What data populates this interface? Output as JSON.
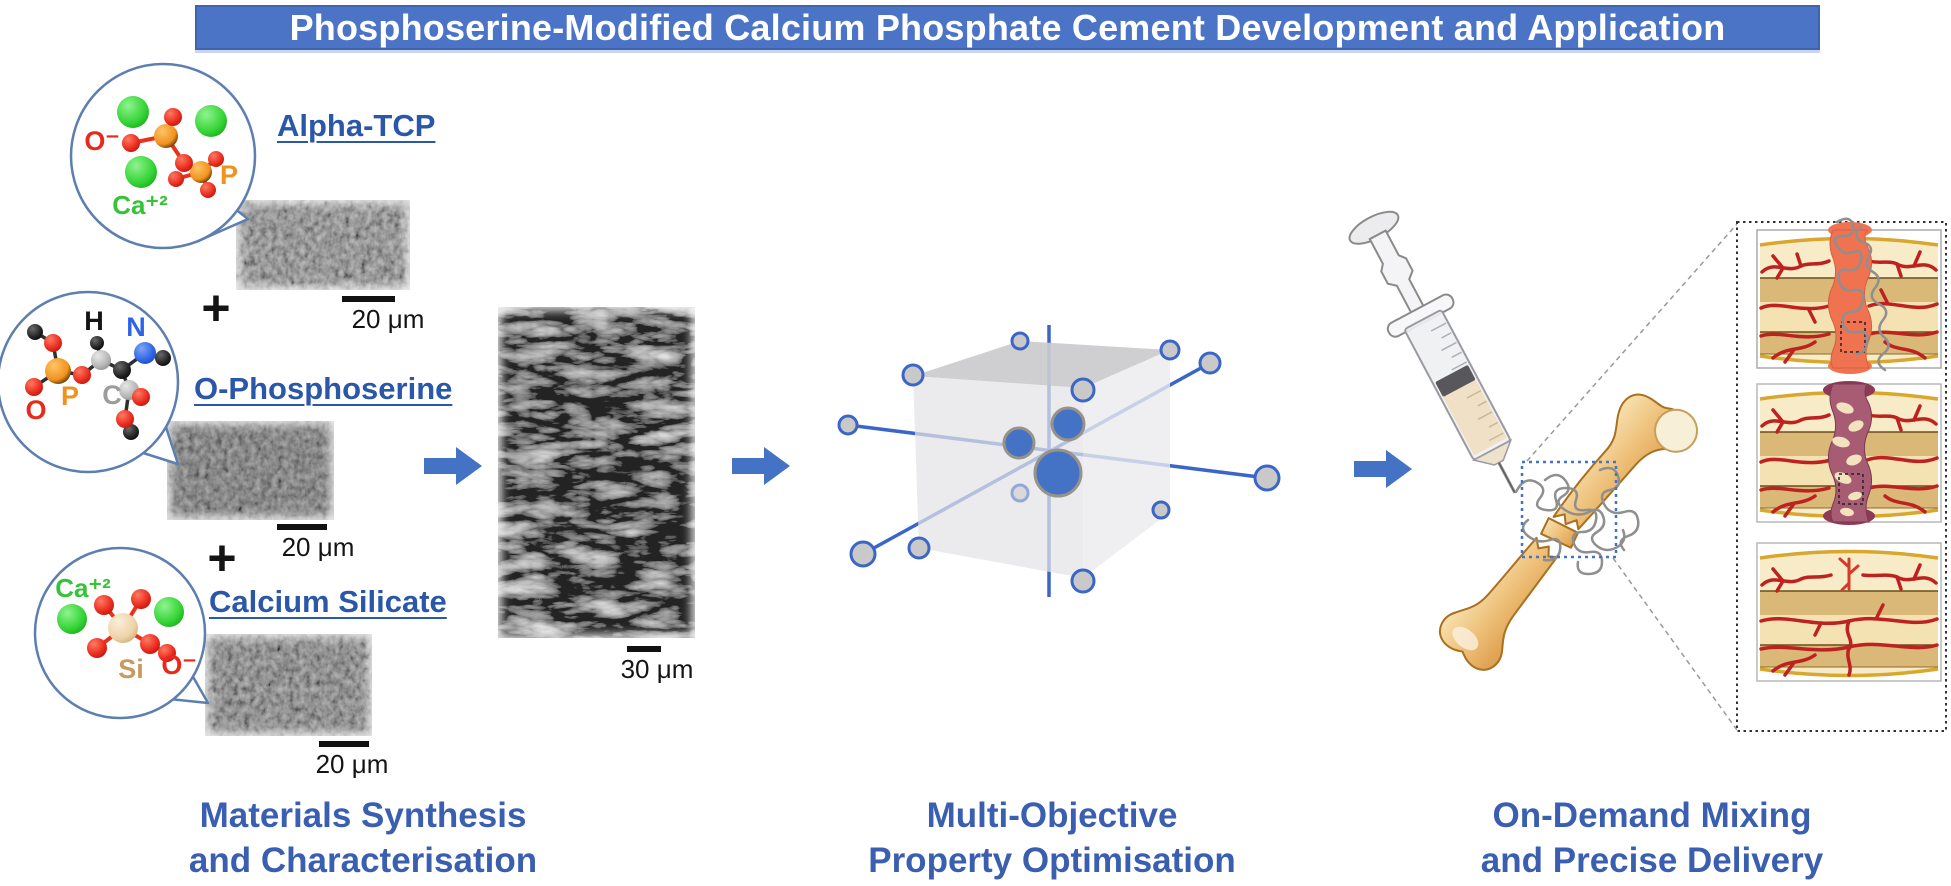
{
  "header": {
    "title": "Phosphoserine-Modified Calcium Phosphate Cement Development and Application"
  },
  "workflow": {
    "plus_sign": "+",
    "materials": [
      {
        "label": "Alpha-TCP",
        "scale_bar": "20 μm"
      },
      {
        "label": "O-Phosphoserine",
        "scale_bar": "20 μm"
      },
      {
        "label": "Calcium Silicate",
        "scale_bar": "20 μm"
      }
    ],
    "cement_scale_bar": "30 μm",
    "steps": [
      {
        "line1": "Materials Synthesis",
        "line2": "and Characterisation"
      },
      {
        "line1": "Multi-Objective",
        "line2": "Property Optimisation"
      },
      {
        "line1": "On-Demand Mixing",
        "line2": "and Precise Delivery"
      }
    ]
  },
  "molecules": {
    "alpha_tcp": {
      "o_label": "O⁻",
      "p_label": "P",
      "ca_label": "Ca⁺²"
    },
    "phosphoserine": {
      "h_label": "H",
      "n_label": "N",
      "p_label": "P",
      "o_label": "O",
      "c_label": "C"
    },
    "calcium_silicate": {
      "ca_label": "Ca⁺²",
      "si_label": "Si",
      "o_label": "O⁻"
    }
  },
  "colors": {
    "banner_blue": "#4C74C6",
    "accent_blue": "#4472C4",
    "label_blue": "#2B57A8",
    "caption_blue": "#3A5FB0",
    "vessel_red": "#BE2220",
    "bone_tan": "#E2A85C",
    "cement_salmon": "#EF7350",
    "callus_mauve": "#A85C74",
    "ca_green": "#3FCC3F",
    "p_orange": "#F0921E",
    "o_red": "#E8291C"
  }
}
